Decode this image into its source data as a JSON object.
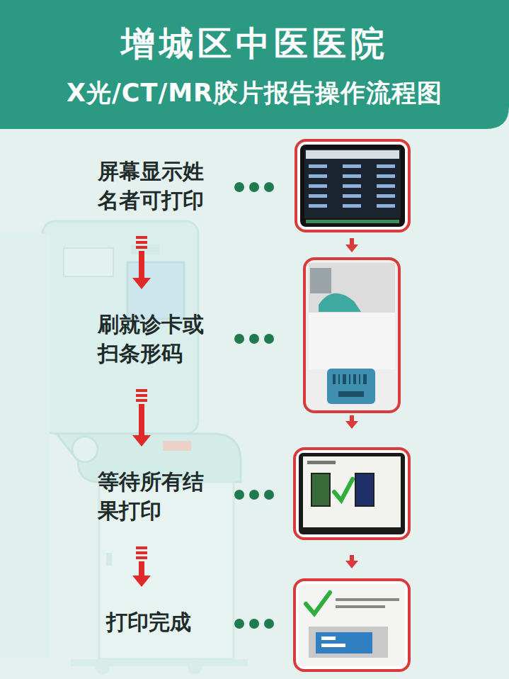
{
  "diagram": {
    "title": "增城区中医医院",
    "nodes": [
      {
        "text": [
          "屏幕显示姓名者可打印"
        ]
      },
      {
        "text": [
          "刷就诊卡或扫条形码"
        ]
      },
      {
        "text": [
          "等待所有结果打印"
        ]
      },
      {
        "text": [
          "打印完成"
        ]
      }
    ],
    "edges": [
      {
        "from": 0,
        "to": 1,
        "arrow": "to"
      },
      {
        "from": 1,
        "to": 2,
        "arrow": "to"
      },
      {
        "from": 2,
        "to": 3,
        "arrow": "to"
      }
    ],
    "labels": [
      "X光/CT/MR胶片报告操作流程图"
    ]
  }
}
